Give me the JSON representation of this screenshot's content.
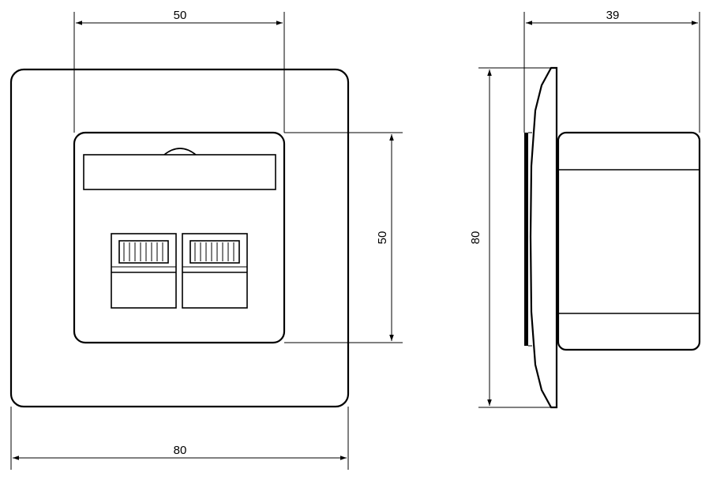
{
  "dimensions": {
    "front_inner_width": "50",
    "front_inner_height": "50",
    "front_outer_width": "80",
    "side_height": "80",
    "side_depth": "39"
  }
}
